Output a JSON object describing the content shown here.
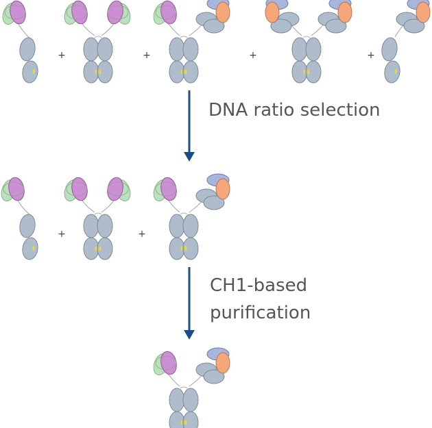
{
  "labels": {
    "step1": "DNA ratio selection",
    "step2_line1": "CH1-based",
    "step2_line2": "purification"
  },
  "plus_sign": "+",
  "colors": {
    "heavy_chain": "#aebccb",
    "heavy_chain_stroke": "#7b8798",
    "light_chain_green": "#b8e2bb",
    "light_chain_green_stroke": "#8cb08c",
    "fab_magenta": "#cc8fd3",
    "fab_magenta_stroke": "#8f5a94",
    "fab_blue": "#a8b6dd",
    "fab_blue_stroke": "#6b7ba5",
    "light_chain_orange": "#f5a77a",
    "light_chain_orange_stroke": "#b8735a",
    "hinge": "#ffe600",
    "arrow": "#1d4d86"
  },
  "rows": [
    {
      "row": "starting-mixture",
      "species": [
        "half-antibody-a",
        "homodimer-a",
        "bispecific-ab",
        "homodimer-b",
        "half-antibody-b"
      ]
    },
    {
      "row": "after-dna-ratio-selection",
      "species": [
        "half-antibody-a",
        "homodimer-a",
        "bispecific-ab"
      ]
    },
    {
      "row": "after-purification",
      "species": [
        "bispecific-ab"
      ]
    }
  ]
}
